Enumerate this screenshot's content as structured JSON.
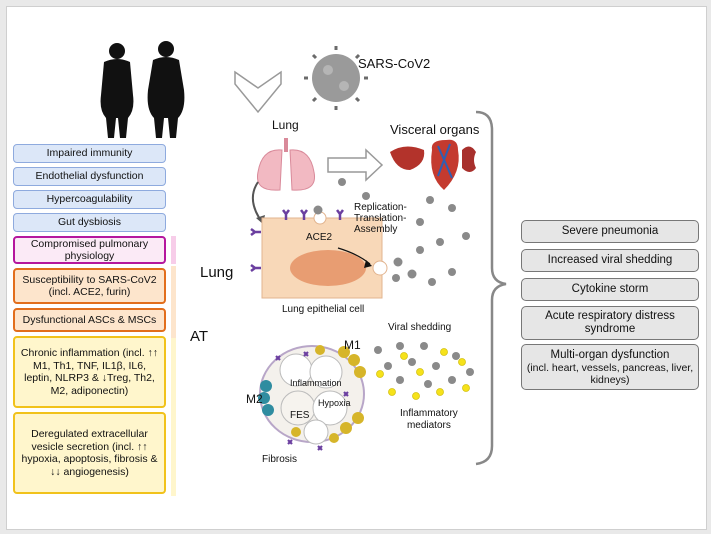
{
  "top_label": "SARS-CoV2",
  "lung_label": "Lung",
  "visceral_label": "Visceral organs",
  "replication_label": "Replication-\nTranslation-\nAssembly",
  "ace2_label": "ACE2",
  "epithelial_label": "Lung epithelial cell",
  "viral_shedding_label": "Viral shedding",
  "m1_label": "M1",
  "m2_label": "M2",
  "inflammation_label": "Inflammation",
  "hypoxia_label": "Hypoxia",
  "fes_label": "FES",
  "fibrosis_label": "Fibrosis",
  "mediators_label": "Inflammatory\nmediators",
  "side_lung": "Lung",
  "side_at": "AT",
  "left_boxes": [
    "Impaired immunity",
    "Endothelial dysfunction",
    "Hypercoagulability",
    "Gut dysbiosis",
    "Compromised pulmonary physiology",
    "Susceptibility to SARS-CoV2 (incl. ACE2, furin)",
    "Dysfunctional ASCs & MSCs",
    "Chronic inflammation (incl. ↑↑ M1, Th1, TNF, IL1β, IL6, leptin, NLRP3 & ↓Treg, Th2, M2, adiponectin)",
    "Deregulated extracellular vesicle secretion (incl. ↑↑ hypoxia, apoptosis, fibrosis & ↓↓ angiogenesis)"
  ],
  "right_boxes": [
    "Severe pneumonia",
    "Increased viral shedding",
    "Cytokine storm",
    "Acute respiratory distress syndrome",
    "Multi-organ dysfunction",
    "(incl. heart, vessels, pancreas, liver, kidneys)"
  ],
  "colors": {
    "blue_border": "#8eaade",
    "pink_border": "#b5179e",
    "orange_border": "#e26e1c",
    "yellow_border": "#f1c21b",
    "virus": "#8a8a8a",
    "mediator": "#f6e21a",
    "receptor": "#6b3fa0"
  },
  "icons": [
    "person-silhouette-icon",
    "virus-icon",
    "lungs-icon",
    "liver-icon",
    "heart-icon",
    "kidney-icon",
    "adipocyte-cluster-icon"
  ]
}
